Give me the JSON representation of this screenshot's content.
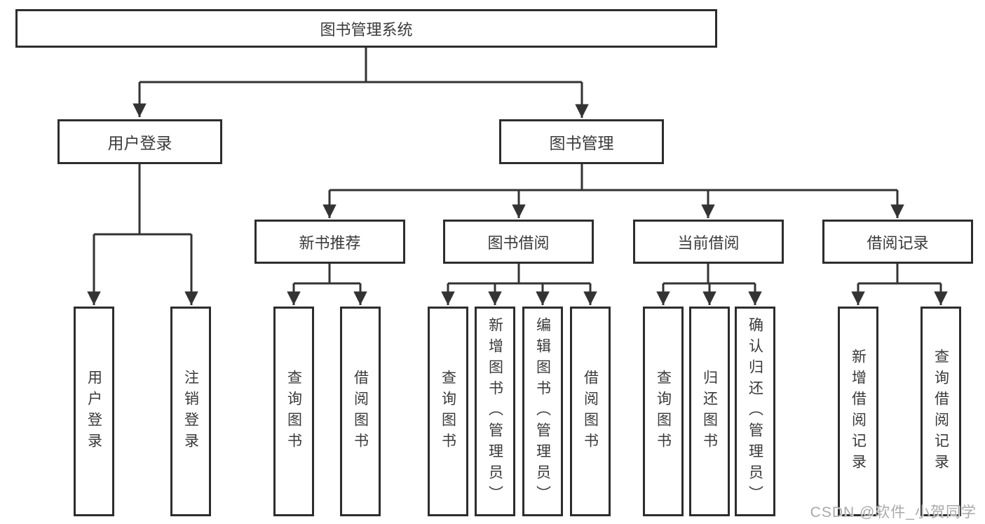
{
  "diagram": {
    "title": "图书管理系统",
    "branches": [
      {
        "label": "用户登录",
        "children": [
          "用户登录",
          "注销登录"
        ]
      },
      {
        "label": "图书管理",
        "sections": [
          {
            "label": "新书推荐",
            "children": [
              "查询图书",
              "借阅图书"
            ]
          },
          {
            "label": "图书借阅",
            "children": [
              "查询图书",
              "新增图书（管理员）",
              "编辑图书（管理员）",
              "借阅图书"
            ]
          },
          {
            "label": "当前借阅",
            "children": [
              "查询图书",
              "归还图书",
              "确认归还（管理员）"
            ]
          },
          {
            "label": "借阅记录",
            "children": [
              "新增借阅记录",
              "查询借阅记录"
            ]
          }
        ]
      }
    ]
  },
  "watermark": {
    "text": "CSDN @软件_小贺同学"
  },
  "colors": {
    "bg": "#ffffff",
    "line": "#333333",
    "border": "#2d2d2d",
    "text": "#3a3a3a",
    "watermark": "#a9a9a9"
  }
}
